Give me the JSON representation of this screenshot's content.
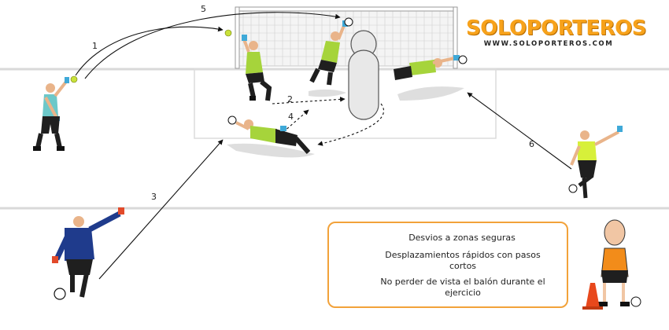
{
  "brand": {
    "name": "SOLOPORTEROS",
    "url": "WWW.SOLOPORTEROS.COM"
  },
  "steps": [
    "1",
    "2",
    "3",
    "4",
    "5",
    "6"
  ],
  "legend": {
    "items": [
      "Desvios a zonas seguras",
      "Desplazamientos rápidos con pasos cortos",
      "No perder de vista el balón durante el ejercicio"
    ]
  },
  "colors": {
    "brand_orange": "#f7a21b",
    "legend_border": "#f2a23a",
    "check_green": "#2e9a2e",
    "keeper_jersey": "#a6d43b",
    "coach_jersey": "#6cc8c9",
    "striker_jersey": "#1f3b8c",
    "field_line": "#d9d9d9",
    "cone": "#e8481c"
  }
}
